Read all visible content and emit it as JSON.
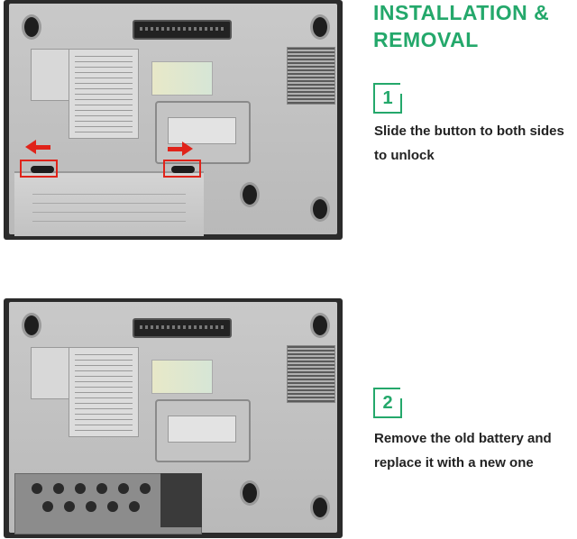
{
  "heading": {
    "line1": "INSTALLATION &",
    "line2": "REMOVAL"
  },
  "steps": [
    {
      "number": "1",
      "line1": "Slide the button to both sides",
      "line2": "to unlock"
    },
    {
      "number": "2",
      "line1": "Remove the old battery and",
      "line2": "replace it with a new one"
    }
  ],
  "colors": {
    "accent": "#24a86b",
    "highlight": "#e0231a",
    "text": "#222222"
  },
  "photos": [
    {
      "name": "laptop-underside-battery-installed",
      "annotations": [
        "red-arrow-left",
        "red-arrow-right",
        "latch-highlight-left",
        "latch-highlight-right"
      ]
    },
    {
      "name": "laptop-underside-battery-removed"
    }
  ]
}
